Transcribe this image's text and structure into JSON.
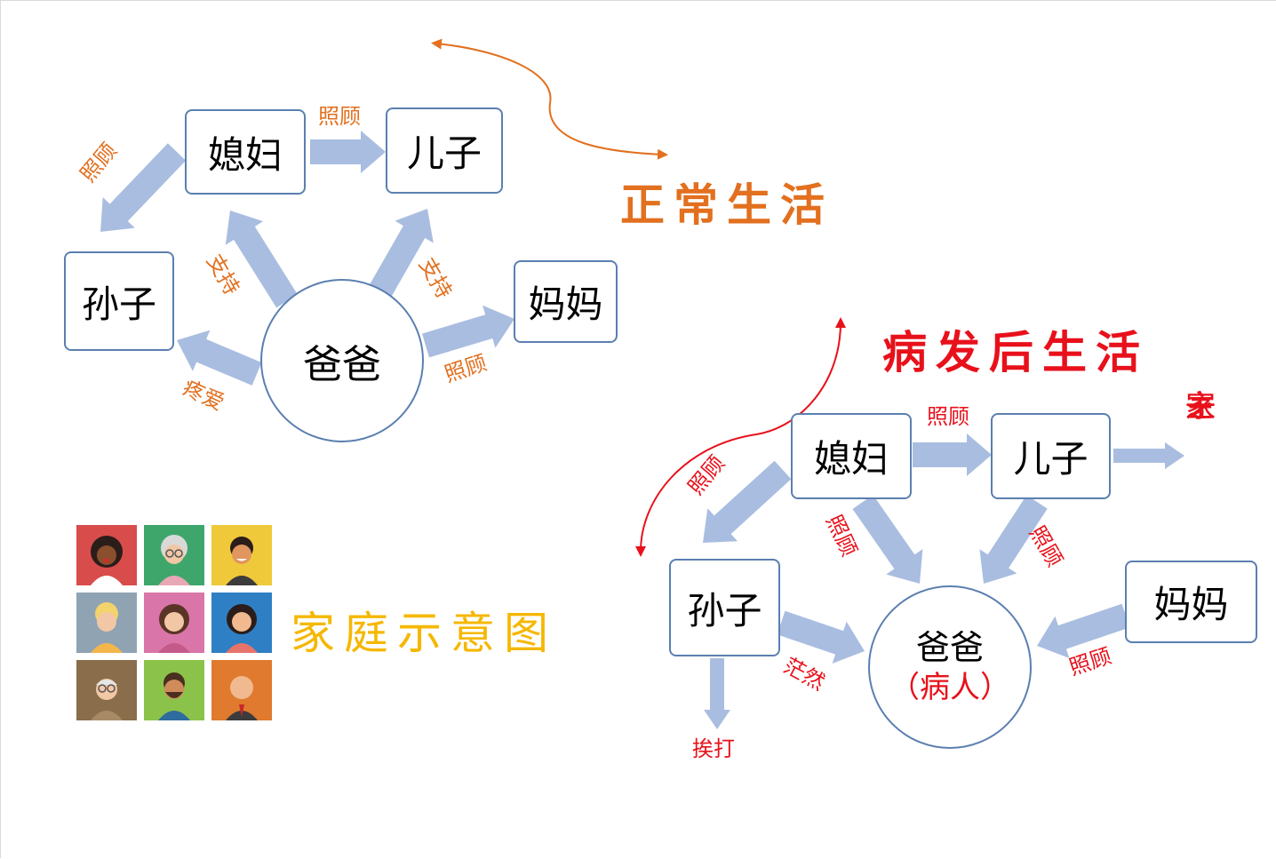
{
  "top": {
    "title": "正常生活",
    "nodes": {
      "daughter_in_law": "媳妇",
      "son": "儿子",
      "grandson": "孙子",
      "mother": "妈妈",
      "father": "爸爸"
    },
    "labels": {
      "dil_to_son": "照顾",
      "dil_to_grandson": "照顾",
      "father_to_dil": "支持",
      "father_to_son": "支持",
      "father_to_mother": "照顾",
      "father_to_grandson": "疼爱"
    }
  },
  "bottom": {
    "title": "病发后生活",
    "nodes": {
      "daughter_in_law": "媳妇",
      "son": "儿子",
      "grandson": "孙子",
      "mother": "妈妈",
      "father": "爸爸",
      "father_note": "（病人）"
    },
    "labels": {
      "dil_to_son": "照顾",
      "dil_to_grandson": "照顾",
      "dil_to_father": "照顾",
      "son_to_father": "照顾",
      "grandson_to_father": "茫然",
      "mother_to_father": "照顾",
      "grandson_down": "挨打"
    },
    "son_role": [
      "一",
      "家",
      "之",
      "主"
    ]
  },
  "legend": {
    "title": "家庭示意图",
    "avatars": [
      "afro-woman-icon",
      "grandmother-icon",
      "young-man-icon",
      "blonde-man-icon",
      "pink-woman-icon",
      "dark-hair-woman-icon",
      "old-man-icon",
      "bearded-man-icon",
      "bald-man-icon"
    ]
  },
  "colors": {
    "arrow": "#a9bde0",
    "node_border": "#5b7fb0",
    "orange": "#e2701f",
    "red": "#e8111b",
    "yellow": "#f5b700"
  }
}
